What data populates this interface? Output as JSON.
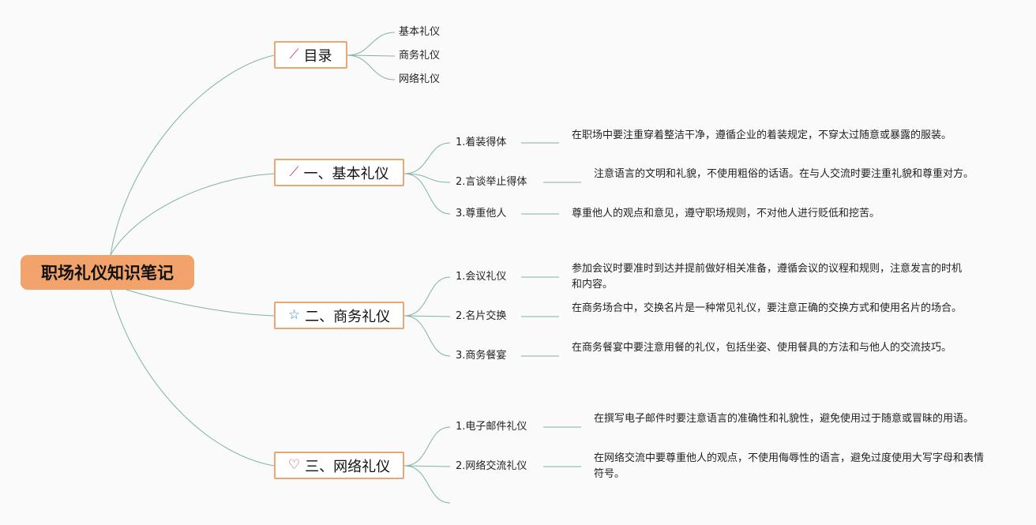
{
  "root": {
    "title": "职场礼仪知识笔记"
  },
  "toc": {
    "label": "目录",
    "icon": "magic-wand-icon",
    "items": [
      "基本礼仪",
      "商务礼仪",
      "网络礼仪"
    ]
  },
  "branches": [
    {
      "label": "一、基本礼仪",
      "icon": "magic-wand-icon",
      "items": [
        {
          "title": "1.着装得体",
          "desc": "在职场中要注重穿着整洁干净，遵循企业的着装规定，不穿太过随意或暴露的服装。"
        },
        {
          "title": "2.言谈举止得体",
          "desc": "注意语言的文明和礼貌，不使用粗俗的话语。在与人交流时要注重礼貌和尊重对方。"
        },
        {
          "title": "3.尊重他人",
          "desc": "尊重他人的观点和意见，遵守职场规则，不对他人进行贬低和挖苦。"
        }
      ]
    },
    {
      "label": "二、商务礼仪",
      "icon": "star-icon",
      "items": [
        {
          "title": "1.会议礼仪",
          "desc": "参加会议时要准时到达并提前做好相关准备，遵循会议的议程和规则，注意发言的时机和内容。"
        },
        {
          "title": "2.名片交换",
          "desc": "在商务场合中，交换名片是一种常见礼仪，要注意正确的交换方式和使用名片的场合。"
        },
        {
          "title": "3.商务餐宴",
          "desc": "在商务餐宴中要注意用餐的礼仪，包括坐姿、使用餐具的方法和与他人的交流技巧。"
        }
      ]
    },
    {
      "label": "三、网络礼仪",
      "icon": "heart-icon",
      "items": [
        {
          "title": "1.电子邮件礼仪",
          "desc": "在撰写电子邮件时要注意语言的准确性和礼貌性，避免使用过于随意或冒昧的用语。"
        },
        {
          "title": "2.网络交流礼仪",
          "desc": "在网络交流中要尊重他人的观点，不使用侮辱性的语言，避免过度使用大写字母和表情符号。"
        }
      ]
    }
  ],
  "colors": {
    "root": "#f2a36b",
    "border": "#e8a774",
    "line": "#7fb5a0"
  }
}
